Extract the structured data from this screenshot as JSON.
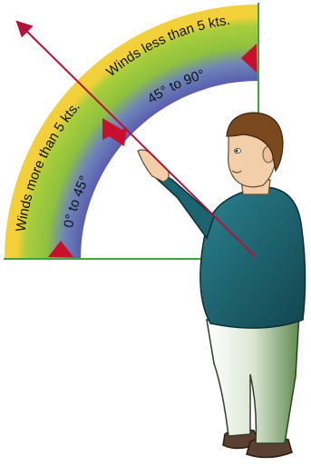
{
  "labels": {
    "winds_more": "Winds more than 5 kts.",
    "winds_less": "Winds less than 5 kts.",
    "range_low": "0° to 45°",
    "range_high": "45° to 90°"
  },
  "colors": {
    "outer_band": "#F2D03A",
    "middle_band": "#8FC13F",
    "inner_band": "#5A5FB0",
    "axis_line": "#3FA63F",
    "marker": "#C8102E",
    "arrow": "#B5123A",
    "shirt": "#1C6470",
    "pants": "#E8EDE3",
    "shoes": "#5A4030",
    "hair": "#7A4A1E",
    "skin": "#F2CFA8"
  },
  "icons": {
    "markers": "triangle-marker-icon",
    "arrow": "wind-direction-arrow-icon",
    "figure": "pointing-person-icon"
  }
}
